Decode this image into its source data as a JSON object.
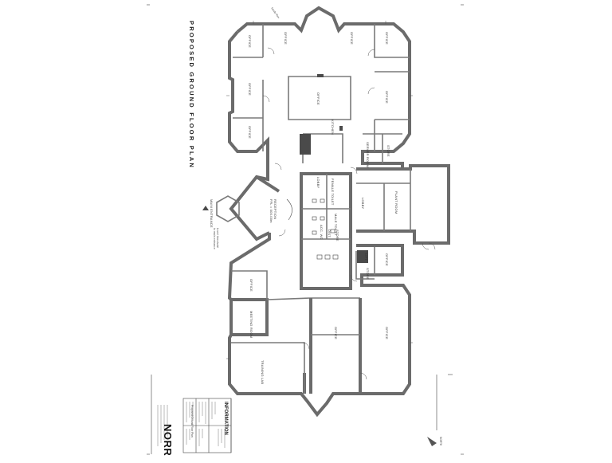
{
  "plan": {
    "title": "PROPOSED GROUND FLOOR PLAN",
    "street_label": "Sandy Row"
  },
  "rooms": {
    "office_nw": "OFFICE",
    "office_nw2": "OFFICE",
    "office_w1": "OFFICE",
    "office_w2": "OFFICE",
    "office_c": "OFFICE",
    "office_ne": "OFFICE",
    "office_ne2": "OFFICE",
    "office_e": "OFFICE",
    "kitchen_top": "KITCHEN",
    "server_room": "SERVER ROOM",
    "store_top": "STORE",
    "reception": "RECEPTION\nFFL = 000.00m",
    "lobby_n": "LOBBY",
    "lobby_w": "LOBBY",
    "toilet_a": "FEMALE TOILET",
    "toilet_b": "MALE TOILET",
    "acc_wc": "ACC. WC",
    "dist": "DIST.",
    "store_mid": "STORE",
    "store_small": "STORE",
    "lift": "LIFT",
    "plant_room": "PLANT ROOM",
    "office_sw": "OFFICE",
    "meeting_room": "MEETING ROOM",
    "training_lab": "TRAINING LAB",
    "office_s1": "OFFICE",
    "office_s2": "OFFICE",
    "entrance": "MAIN ENTRANCE",
    "entrance_note": "Level threshold\nto main entrance"
  },
  "title_block": {
    "logo": "NORR",
    "heading": "INFORMATION",
    "drawing_title": "Proposed Ground Floor Plan",
    "north_label": "NORTH"
  }
}
